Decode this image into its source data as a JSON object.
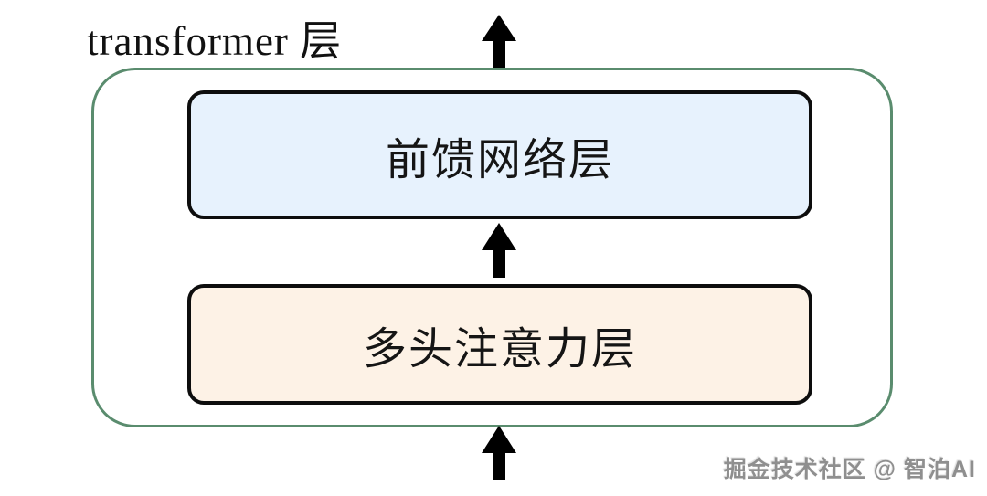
{
  "title": "transformer 层",
  "boxes": {
    "feed_forward": {
      "label": "前馈网络层",
      "fill": "#e7f2fd"
    },
    "multi_head_attention": {
      "label": "多头注意力层",
      "fill": "#fdf2e6"
    }
  },
  "colors": {
    "container_border": "#5a8c6e",
    "box_border": "#0d0d0d",
    "arrow": "#000000",
    "background": "#ffffff",
    "watermark_text": "#8f8f8f"
  },
  "icons": {
    "input_arrow": "arrow-up",
    "inter_layer_arrow": "arrow-up",
    "output_arrow": "arrow-up"
  },
  "watermark": {
    "text": "掘金技术社区 @ 智泊AI"
  }
}
